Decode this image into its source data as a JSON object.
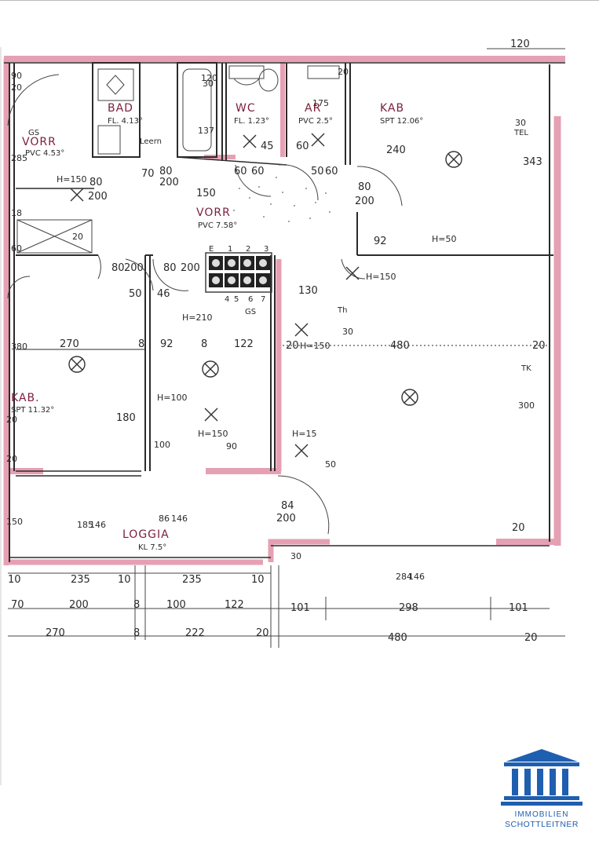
{
  "rooms": {
    "bad": {
      "name": "BAD",
      "info": "FL. 4.13°"
    },
    "wc": {
      "name": "WC",
      "info": "FL. 1.23°"
    },
    "ar": {
      "name": "AR",
      "info": "PVC 2.5°"
    },
    "kab_top": {
      "name": "KAB",
      "info": "SPT 12.06°"
    },
    "vorr_left": {
      "name": "VORR",
      "info": "PVC 4.53°"
    },
    "vorr_center": {
      "name": "VORR",
      "info": "PVC 7.58°"
    },
    "kab_left": {
      "name": "KAB.",
      "info": "SPT 11.32°"
    },
    "loggia": {
      "name": "LOGGIA",
      "info": "KL 7.5°"
    }
  },
  "labels": {
    "leern": "Leern",
    "gs": "GS",
    "gs2": "GS",
    "th": "Th",
    "tk": "TK",
    "tel": "TEL"
  },
  "kitchen_panel": {
    "top": [
      "E",
      "1",
      "2",
      "3"
    ],
    "bottom": [
      "4",
      "5",
      "6",
      "7"
    ]
  },
  "heights": {
    "h150_a": "H=150",
    "h50": "H=50",
    "h150_b": "H=150",
    "h210": "H=210",
    "h150_c": "H=150",
    "h100": "H=100",
    "h150_d": "H=150",
    "h150_e": "H=15"
  },
  "dimensions": {
    "d120": "120",
    "d30_top": "30",
    "d90": "90",
    "d20_a": "20",
    "d20_b": "20",
    "d285": "285",
    "d18": "18",
    "d60": "60",
    "d80_a": "80",
    "d200_a": "200",
    "d137": "137",
    "d30_b": "30",
    "d70": "70",
    "d80_b": "80",
    "d200_b": "200",
    "d120_b": "120",
    "d150": "150",
    "d60_b": "60",
    "d45": "45",
    "d60_c": "60",
    "d50_a": "50",
    "d60_d": "60",
    "d60_e": "60",
    "d175": "175",
    "d240": "240",
    "d343": "343",
    "d80_c": "80",
    "d200_c": "200",
    "d92_a": "92",
    "d20_c": "20",
    "d80_d": "80",
    "d200_d": "200",
    "d80_e": "80",
    "d200_e": "200",
    "d50_b": "50",
    "d46": "46",
    "d130": "130",
    "d30_c": "30",
    "d380": "380",
    "d270_a": "270",
    "d8_a": "8",
    "d92_b": "92",
    "d8_b": "8",
    "d122_a": "122",
    "d20_d": "20",
    "d480_a": "480",
    "d20_e": "20",
    "d180": "180",
    "d20_f": "20",
    "d100": "100",
    "d90_b": "90",
    "d300": "300",
    "d50_c": "50",
    "d185": "185",
    "d146_a": "146",
    "d86": "86",
    "d146_b": "146",
    "d84": "84",
    "d200_f": "200",
    "d150_b": "150",
    "d20_g": "20",
    "d30_d": "30",
    "d284": "284",
    "d146_c": "146",
    "d20_h": "20",
    "row1": [
      "10",
      "235",
      "10",
      "235",
      "10"
    ],
    "row2": [
      "70",
      "200",
      "8",
      "100",
      "122",
      "101",
      "298",
      "101"
    ],
    "row3": [
      "270",
      "8",
      "222",
      "20",
      "480",
      "20"
    ]
  },
  "logo": {
    "line1": "IMMOBILIEN",
    "line2": "SCHOTTLEITNER"
  },
  "colors": {
    "wall_highlight": "#e6a0b4",
    "room_label": "#7a1f3a",
    "logo_blue": "#1f5fb0"
  }
}
